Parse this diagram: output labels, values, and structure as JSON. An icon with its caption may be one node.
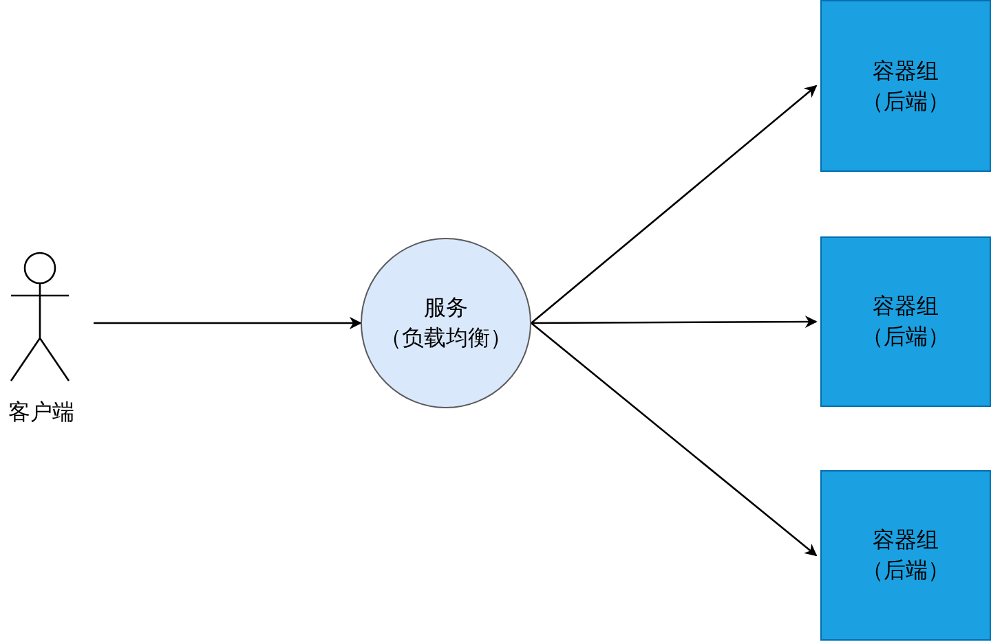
{
  "diagram": {
    "nodes": [
      {
        "text": [
          "客户端"
        ]
      },
      {
        "text": [
          "服务",
          "（负载均衡）"
        ]
      },
      {
        "text": [
          "容器组",
          "（后端）"
        ]
      },
      {
        "text": [
          "容器组",
          "（后端）"
        ]
      },
      {
        "text": [
          "容器组",
          "（后端）"
        ]
      }
    ],
    "edges": [
      {
        "from": 0,
        "to": 1,
        "arrow": "to"
      },
      {
        "from": 1,
        "to": 2,
        "arrow": "to"
      },
      {
        "from": 1,
        "to": 3,
        "arrow": "to"
      },
      {
        "from": 1,
        "to": 4,
        "arrow": "to"
      }
    ]
  }
}
